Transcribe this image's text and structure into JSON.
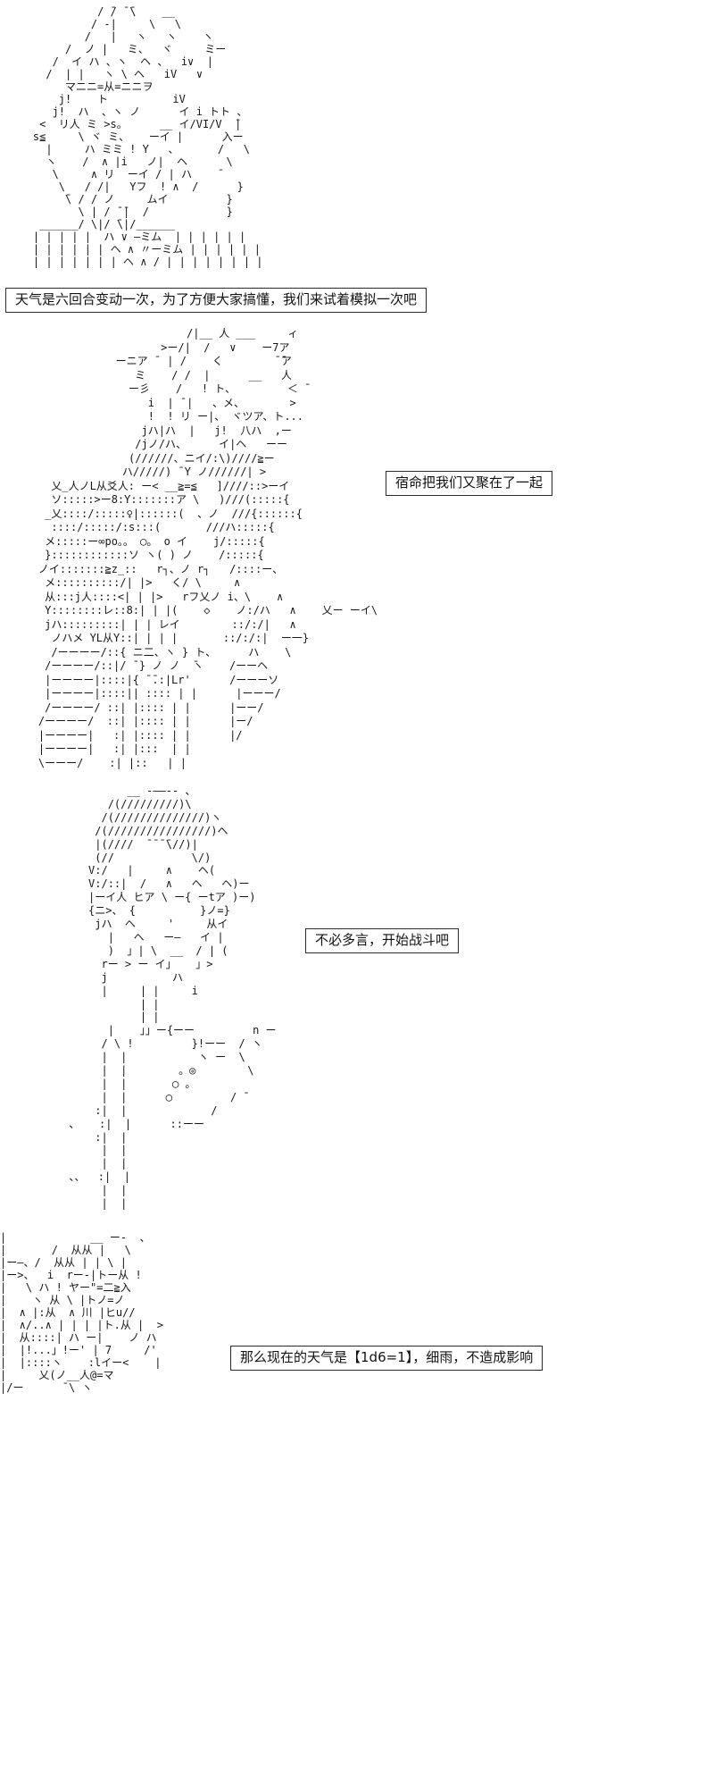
{
  "page": {
    "background": "#ffffff",
    "ink": "#161616"
  },
  "bubbles": [
    {
      "text": "天气是六回合变动一次，为了方便大家搞懂，我们来试着模拟一次吧"
    },
    {
      "text": "宿命把我们又聚在了一起"
    },
    {
      "text": "不必多言，开始战斗吧"
    },
    {
      "text": "那么现在的天气是【1d6=1】，细雨，不造成影响"
    }
  ],
  "ascii_art": {
    "block1": {
      "lines": [
        "              / ̄/ ̄ ̄\\    __",
        "             / ‐|     \\   \\",
        "            /   |   ヽ   ヽ    ヽ",
        "         /  ノ |   ミ、  ヾ     ミー",
        "       /  イ ハ 、ヽ  ヘ 、  i∨  |",
        "      /  | |   ヽ \\ ヘ   iV   ∨",
        "         マニニ=从=ニニヲ",
        "        j!    ト          iV",
        "       j!  ハ  、ヽ ノ      イ i トト 、",
        "     <  リ人 ミ >s。     __ イ/VI/V  ̄|",
        "    s≦     \\ ヾ ミ、   ーイ |      入ー",
        "      |     ハ ミミ ! Y   、      /   \\",
        "      ヽ    /  ∧ |i   ノ|  ヘ      \\",
        "       \\     ∧ リ  ーイ / | ハ    ̄",
        "        \\   / /|   Yフ  ! ∧  /      }",
        "         ̄\\ / / ノ     ムイ         }",
        "           \\ | / ̄ ̄|  /            }",
        "     ______/ \\|/ ̄\\|/______",
        "    | | | | |  ハ ∨ ―ミム  | | | | | |",
        "    | | | | | | ヘ ∧ 〃ーミム | | | | | |",
        "    | | | | | | | ヘ ∧ / | | | | | | | |"
      ]
    },
    "block2": {
      "lines": [
        "                           /|__ 人 ___     ィ",
        "                       >ー/|  /   ∨    ー7ア",
        "                ーニア ̄  | /    く        ̄ ̄ア",
        "                   ミ    / /  |      __   人",
        "                  ー彡    /   ! ト、        ＜ ̄",
        "                     i  | ̄ |   、メ、       >",
        "                     !  ! リ ー|、 ヾツア、ト...",
        "                    jハ|ハ  |   j!  八ハ  ,ー",
        "                   /jノ/ハ、     イ|ヘ   ーー",
        "                  (//////、ニイ/:\\)////≧ー",
        "                 ハ/////) ̄ Y ノ//////| >",
        "      乂_人ノL从爻人: ー< __≧=≦   ]////::>ーイ",
        "      ソ:::::>ー8:Y:::::::ア \\   )///(:::::{",
        "     _乂::::/:::::♀|::::::(  、ノ  ///{::::::{",
        "      ::::/:::::/:s:::(       ///ハ:::::{",
        "     メ:::::ー∞po。。 ◯。 o イ    j/:::::{",
        "     }::::::::::::ソ ヽ( ) ノ    /:::::{",
        "    ノイ:::::::≧z_::   r┐、ノ r┐   /::::ー、",
        "     メ::::::::::/| |>   く/ \\     ∧",
        "     从:::j人::::<| | |>   rフ乂ノ i、\\    ∧",
        "     Y::::::::レ::8:| | |(    ◇    ノ:/ハ   ∧    乂ー ーイ\\",
        "     jハ:::::::::| | | レイ        ::/:/|   ∧",
        "      ノハメ YL从Y::| | | |       ::/:/:|  ー一}",
        "      /ーーーー/::{ ニ二、ヽ } ト、     ハ    \\",
        "     /ーーーー/::|/ ̄ } ノ ノ  ̄ヽ    /ーーヘ",
        "     |ーーーー|::::|{ ̄ ̄.:|Lr'      /ーーーソ",
        "     |ーーーー|::::|| :::: | |      |ーーー/",
        "     /ーーーー/ ::| |:::: | |      |ーー/",
        "    /ーーーー/  ::| |:::: | |      |ー/",
        "    |ーーーー|   :| |:::: | |      |/",
        "    |ーーーー|   :| |:::  | |",
        "    \\ーーー/    :| |::   | |"
      ]
    },
    "block3": {
      "lines": [
        "               __ -――-- 、",
        "            /(/////////)\\",
        "           /(//////////////)ヽ",
        "          /(////////////////)ヘ",
        "          |(////  ̄ ̄ ̄ ̄\\//)|",
        "          (//            \\/)",
        "         V:/   |     ∧    ヘ(",
        "         V:/::|  /   ∧   ヘ   ヘ)ー",
        "         |ーイ人 ヒア \\ ー{ ーtア )ー)",
        "         {ニ>、 {          }ノ=}",
        "          jハ  ヘ     '     从イ",
        "            |   ヘ   ー―   イ |",
        "            )  」| \\  __  / | (",
        "           rー > ー イ」   」>",
        "           j          ハ",
        "           |     | |     i",
        "                 | |",
        "                 | |",
        "            |    」」ー{ーー         n ー",
        "           / \\ !         }!ーー  / ヽ",
        "           |  |           ヽ ー  \\",
        "           |  |        。◎        \\",
        "           |  |       ◯ 。",
        "           |  |      ◯         / ̄",
        "          :|  |             /",
        "      、   :|  |      ::ーー",
        "          :|  |",
        "           |  |",
        "           |  |",
        "      、、  :|  |",
        "           |  |",
        "           |  |"
      ]
    },
    "block4": {
      "lines": [
        "|             __ ー-  、",
        "|       /  从从 |   \\",
        "|ー―、/  从从 | | \\ |",
        "|ー>、  i  rー-|トー从 !",
        "|   \\ ハ ! ヤー\"=二≧入",
        "|    ヽ 从 \\ |トノ=ノ",
        "|  ∧ |:从  ∧ 川 |ヒu//",
        "|  ∧/..∧ | | | |ト.从 |  >",
        "|  从::::| ハ ー|    ノ ハ",
        "|  |!...」!ー' | 7     /'",
        "|  |::::ヽ    :lイー<    |",
        "|     乂(ノ__人@=マ",
        "|/ー      ̄ \\ ヽ"
      ]
    }
  }
}
